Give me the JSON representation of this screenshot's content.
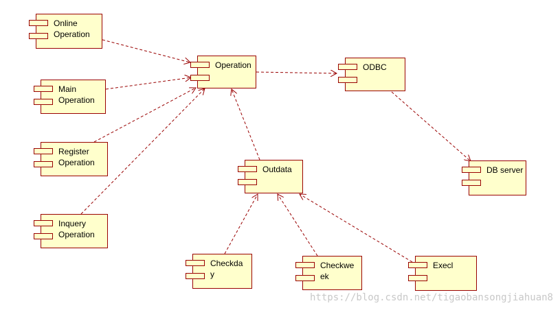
{
  "diagram": {
    "line_color": "#990000",
    "box_fill": "#ffffcc",
    "components": [
      {
        "id": "online",
        "label": "Online\nOperation"
      },
      {
        "id": "main",
        "label": "Main\nOperation"
      },
      {
        "id": "register",
        "label": "Register\nOperation"
      },
      {
        "id": "inquery",
        "label": "Inquery\nOperation"
      },
      {
        "id": "operation",
        "label": "Operation"
      },
      {
        "id": "odbc",
        "label": "ODBC"
      },
      {
        "id": "dbserver",
        "label": "DB server"
      },
      {
        "id": "outdata",
        "label": "Outdata"
      },
      {
        "id": "checkday",
        "label": "Checkda\ny"
      },
      {
        "id": "checkweek",
        "label": "Checkwe\nek"
      },
      {
        "id": "execl",
        "label": "Execl"
      }
    ],
    "dependencies": [
      {
        "from": "online",
        "to": "operation"
      },
      {
        "from": "main",
        "to": "operation"
      },
      {
        "from": "register",
        "to": "operation"
      },
      {
        "from": "inquery",
        "to": "operation"
      },
      {
        "from": "outdata",
        "to": "operation"
      },
      {
        "from": "operation",
        "to": "odbc"
      },
      {
        "from": "odbc",
        "to": "dbserver"
      },
      {
        "from": "checkday",
        "to": "outdata"
      },
      {
        "from": "checkweek",
        "to": "outdata"
      },
      {
        "from": "execl",
        "to": "outdata"
      }
    ]
  },
  "watermark": "https://blog.csdn.net/tigaobansongjiahuan8"
}
